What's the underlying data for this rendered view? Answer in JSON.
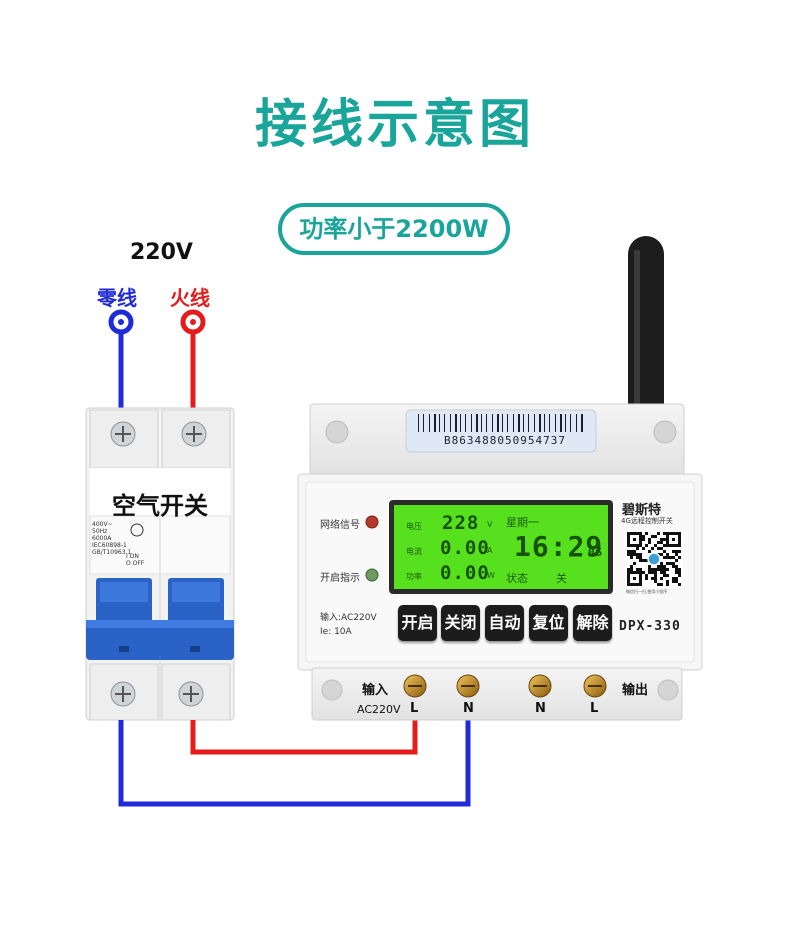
{
  "title": "接线示意图",
  "power_badge": "功率小于2200W",
  "supply": {
    "voltage": "220V",
    "neutral_label": "零线",
    "live_label": "火线"
  },
  "breaker": {
    "label": "空气开关",
    "spec_lines": [
      "400V~",
      "50Hz",
      "6000A",
      "IEC60898-1",
      "GB/T10963.1"
    ],
    "switch_lines": [
      "I ON",
      "O OFF"
    ]
  },
  "device": {
    "barcode_number": "B863488050954737",
    "brand": "碧斯特",
    "brand_sub": "4G远程控制开关",
    "network_label": "网络信号",
    "power_indicator_label": "开启指示",
    "input_spec": "输入:AC220V",
    "current_spec": "Ie: 10A",
    "model": "DPX-330",
    "qr_caption": "微信扫一扫,使用小程序",
    "lcd": {
      "voltage_label": "电压",
      "voltage_value": "228",
      "voltage_unit": "V",
      "current_label": "电流",
      "current_value": "0.00",
      "current_unit": "A",
      "power_label": "功率",
      "power_value": "0.00",
      "power_unit": "W",
      "weekday": "星期一",
      "time": "16:29",
      "seconds": "05",
      "status_label": "状态",
      "status_value": "关"
    },
    "buttons": [
      "开启",
      "关闭",
      "自动",
      "复位",
      "解除"
    ],
    "terminals": {
      "input_label": "输入",
      "input_spec": "AC220V",
      "output_label": "输出",
      "labels": [
        "L",
        "N",
        "N",
        "L"
      ]
    }
  },
  "colors": {
    "accent": "#1aa59a",
    "neutral_wire": "#1f2bd8",
    "live_wire": "#e51c1c",
    "lcd": "#57e01e",
    "breaker_blue": "#2a62c6"
  }
}
